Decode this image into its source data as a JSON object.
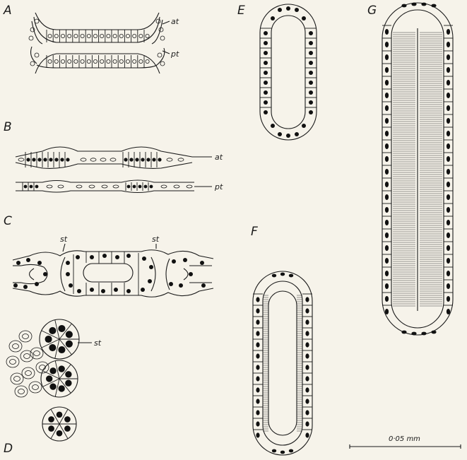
{
  "panels": {
    "A": {
      "letter": "A",
      "label_upper": "at",
      "label_lower": "pt"
    },
    "B": {
      "letter": "B",
      "label_upper": "at",
      "label_lower": "pt"
    },
    "C": {
      "letter": "C",
      "label_left": "st",
      "label_right": "st"
    },
    "D": {
      "letter": "D",
      "label": "st"
    },
    "E": {
      "letter": "E"
    },
    "F": {
      "letter": "F"
    },
    "G": {
      "letter": "G"
    }
  },
  "scale_bar": {
    "label": "0·05 mm"
  }
}
